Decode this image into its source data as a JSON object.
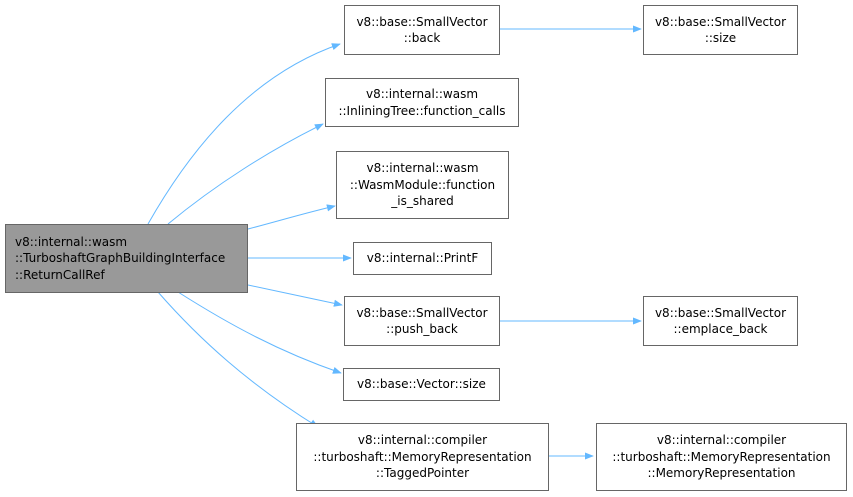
{
  "edge_color": "#63b8ff",
  "root_fill": "#999999",
  "nodes": {
    "root": {
      "lines": [
        "v8::internal::wasm",
        "::TurboshaftGraphBuildingInterface",
        "::ReturnCallRef"
      ]
    },
    "sv_back": {
      "lines": [
        "v8::base::SmallVector",
        "::back"
      ]
    },
    "sv_size": {
      "lines": [
        "v8::base::SmallVector",
        "::size"
      ]
    },
    "inlining": {
      "lines": [
        "v8::internal::wasm",
        "::InliningTree::function_calls"
      ]
    },
    "wasm_module": {
      "lines": [
        "v8::internal::wasm",
        "::WasmModule::function",
        "_is_shared"
      ]
    },
    "printf": {
      "lines": [
        "v8::internal::PrintF"
      ]
    },
    "push_back": {
      "lines": [
        "v8::base::SmallVector",
        "::push_back"
      ]
    },
    "emplace": {
      "lines": [
        "v8::base::SmallVector",
        "::emplace_back"
      ]
    },
    "vec_size": {
      "lines": [
        "v8::base::Vector::size"
      ]
    },
    "tagged": {
      "lines": [
        "v8::internal::compiler",
        "::turboshaft::MemoryRepresentation",
        "::TaggedPointer"
      ]
    },
    "memrep": {
      "lines": [
        "v8::internal::compiler",
        "::turboshaft::MemoryRepresentation",
        "::MemoryRepresentation"
      ]
    }
  }
}
